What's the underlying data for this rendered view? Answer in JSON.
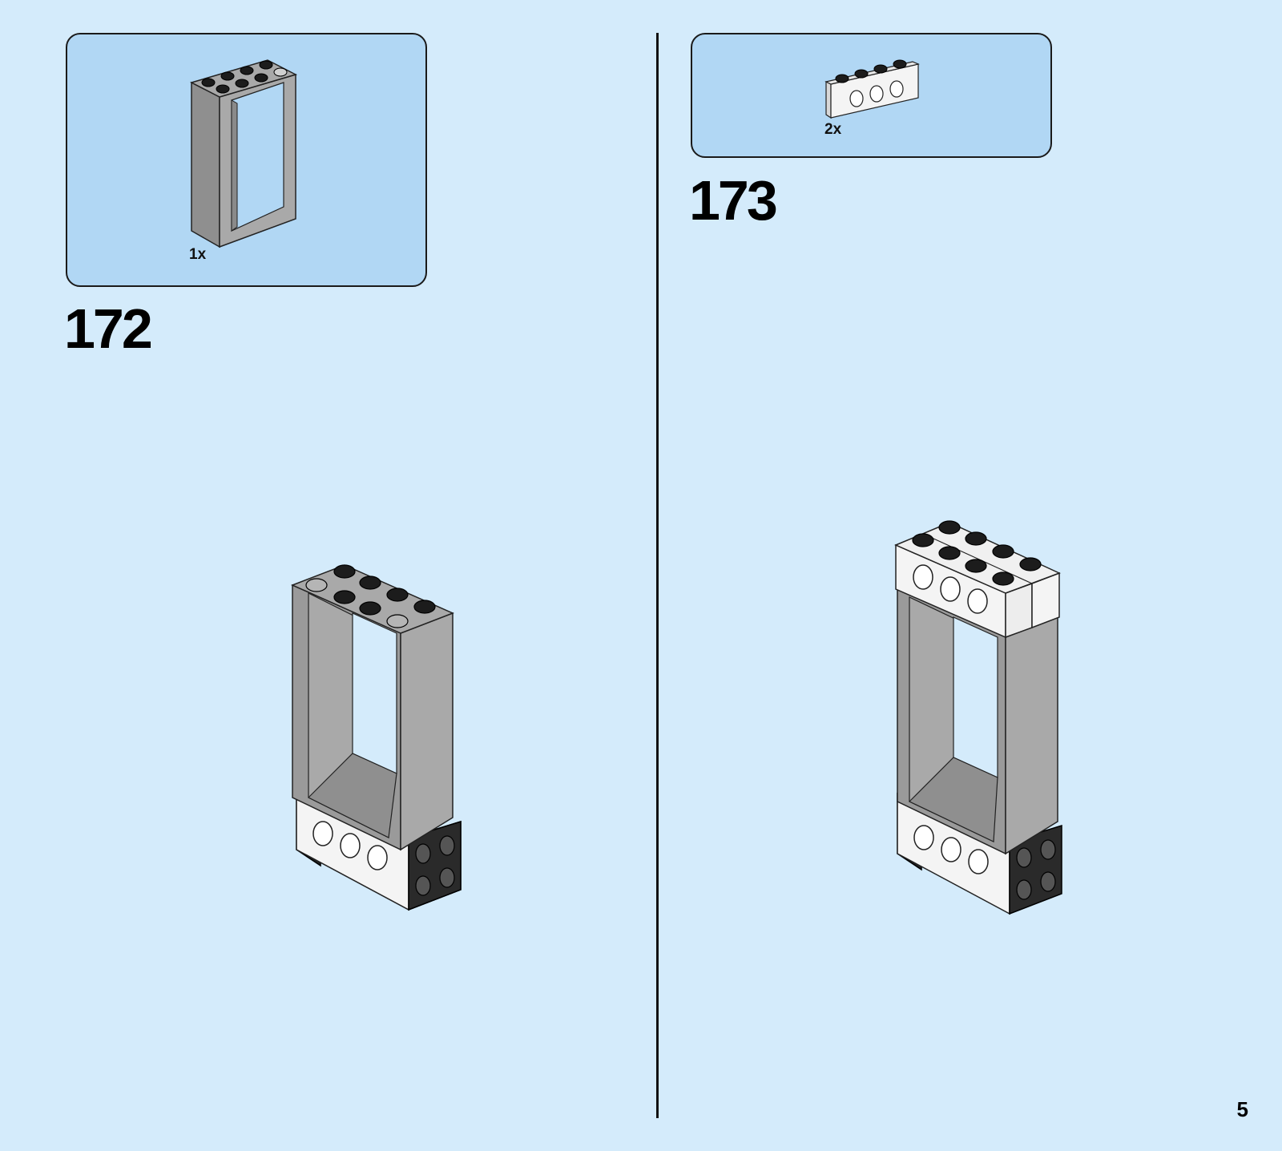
{
  "page_number": "5",
  "steps": [
    {
      "number": "172",
      "parts": [
        {
          "quantity": "1x",
          "icon": "door-frame-1x4x6-icon"
        }
      ],
      "model": "door-frame-on-base-model"
    },
    {
      "number": "173",
      "parts": [
        {
          "quantity": "2x",
          "icon": "technic-brick-1x4-white-icon"
        }
      ],
      "model": "door-frame-with-technic-bricks-model"
    }
  ],
  "colors": {
    "page_background": "#d4ebfb",
    "parts_box": "#b1d7f4",
    "frame_gray": "#a9a9a9",
    "brick_white": "#f4f4f4",
    "brick_black": "#222222"
  }
}
